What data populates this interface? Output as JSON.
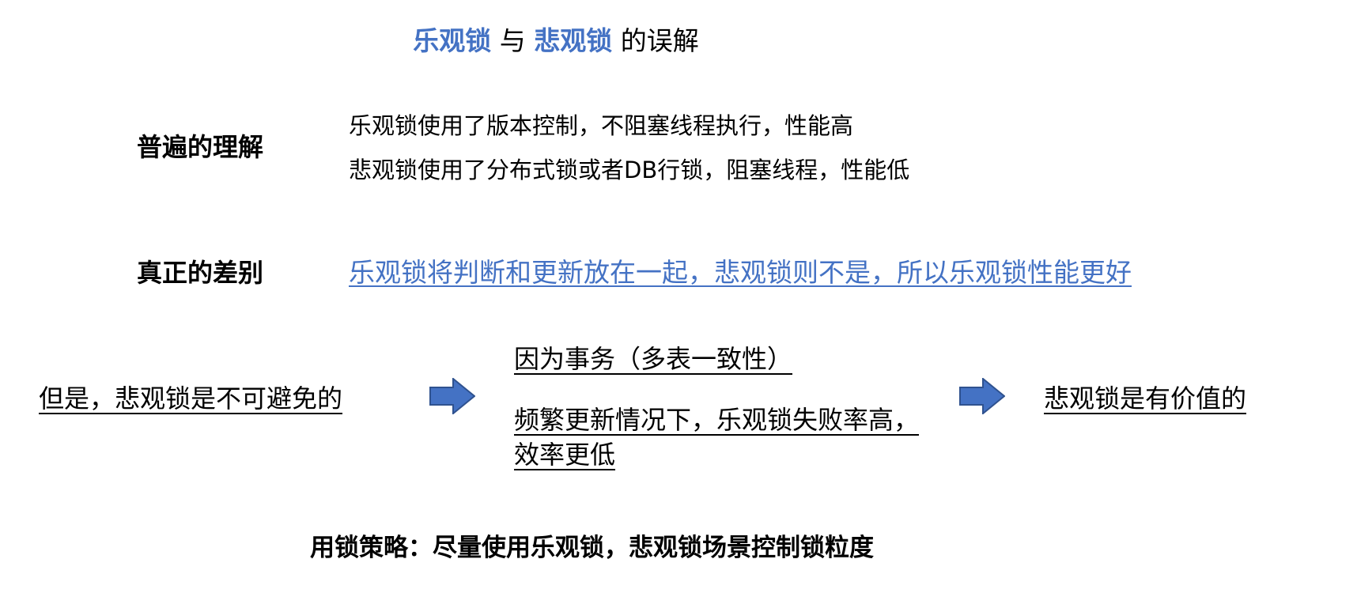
{
  "title": {
    "part1": "乐观锁",
    "join": "与",
    "part2": "悲观锁",
    "suffix": "的误解"
  },
  "common_understanding": {
    "label": "普遍的理解",
    "line1": "乐观锁使用了版本控制，不阻塞线程执行，性能高",
    "line2": "悲观锁使用了分布式锁或者DB行锁，阻塞线程，性能低"
  },
  "real_difference": {
    "label": "真正的差别",
    "text": "乐观锁将判断和更新放在一起，悲观锁则不是，所以乐观锁性能更好"
  },
  "flow": {
    "left": "但是，悲观锁是不可避免的",
    "reason1": "因为事务（多表一致性）",
    "reason2": "频繁更新情况下，乐观锁失败率高，效率更低",
    "right": "悲观锁是有价值的"
  },
  "colors": {
    "accent": "#4472c4",
    "arrow_fill": "#4472c4",
    "arrow_stroke": "#2f528f"
  },
  "strategy": "用锁策略：尽量使用乐观锁，悲观锁场景控制锁粒度"
}
